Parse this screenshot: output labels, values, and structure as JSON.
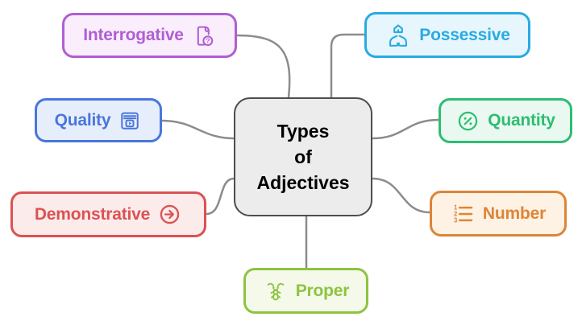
{
  "title": "Types of Adjectives mind map",
  "center": {
    "lines": [
      "Types",
      "of",
      "Adjectives"
    ],
    "border_color": "#4d4d4d",
    "fill": "#ececec",
    "text_color": "#000000"
  },
  "connector_color": "#8c8c8c",
  "nodes": [
    {
      "label": "Interrogative",
      "icon": "document-question-icon",
      "color": "#b05ed3",
      "fill": "#faeefd"
    },
    {
      "label": "Possessive",
      "icon": "hands-holding-house-icon",
      "color": "#29abe2",
      "fill": "#e7f6fd"
    },
    {
      "label": "Quality",
      "icon": "media-window-icon",
      "color": "#4a76dc",
      "fill": "#e7eefb"
    },
    {
      "label": "Quantity",
      "icon": "percent-circle-icon",
      "color": "#2ebd71",
      "fill": "#e9f8f0"
    },
    {
      "label": "Demonstrative",
      "icon": "arrow-right-circle-icon",
      "color": "#db5252",
      "fill": "#fcebeb"
    },
    {
      "label": "Number",
      "icon": "numbered-list-icon",
      "color": "#dd8536",
      "fill": "#fdf2e4"
    },
    {
      "label": "Proper",
      "icon": "ant-icon",
      "color": "#8dc440",
      "fill": "#f4f9ea"
    }
  ]
}
